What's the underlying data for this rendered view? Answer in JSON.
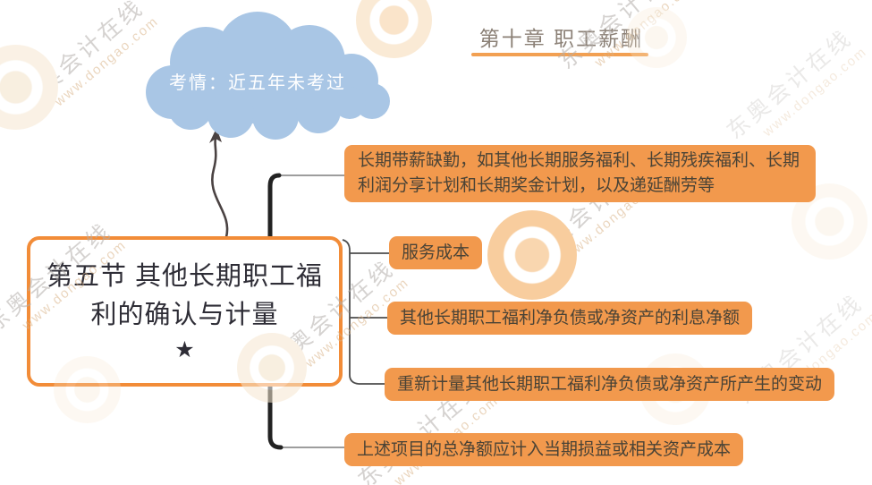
{
  "header": {
    "chapter_title": "第十章 职工薪酬"
  },
  "cloud": {
    "label": "考情：近五年未考过"
  },
  "main_node": {
    "title": "第五节 其他长期职工福利的确认与计量",
    "star": "★"
  },
  "branches": [
    {
      "label": "长期带薪缺勤，如其他长期服务福利、长期残疾福利、长期利润分享计划和长期奖金计划，以及递延酬劳等"
    },
    {
      "label": "服务成本"
    },
    {
      "label": "其他长期职工福利净负债或净资产的利息净额"
    },
    {
      "label": "重新计量其他长期职工福利净负债或净资产所产生的变动"
    },
    {
      "label": "上述项目的总净额应计入当期损益或相关资产成本"
    }
  ],
  "watermark": {
    "brand": "东奥会计在线",
    "url": "www.dongao.com"
  },
  "colors": {
    "branch_fill": "#F2994D",
    "main_border": "#F28C38",
    "cloud_fill": "#A9C6E5",
    "header_text": "#8B8076",
    "header_underline": "#F2A052",
    "bracket_black": "#222222",
    "line_gray": "#8F8F8F",
    "node_text": "#4A4336"
  }
}
